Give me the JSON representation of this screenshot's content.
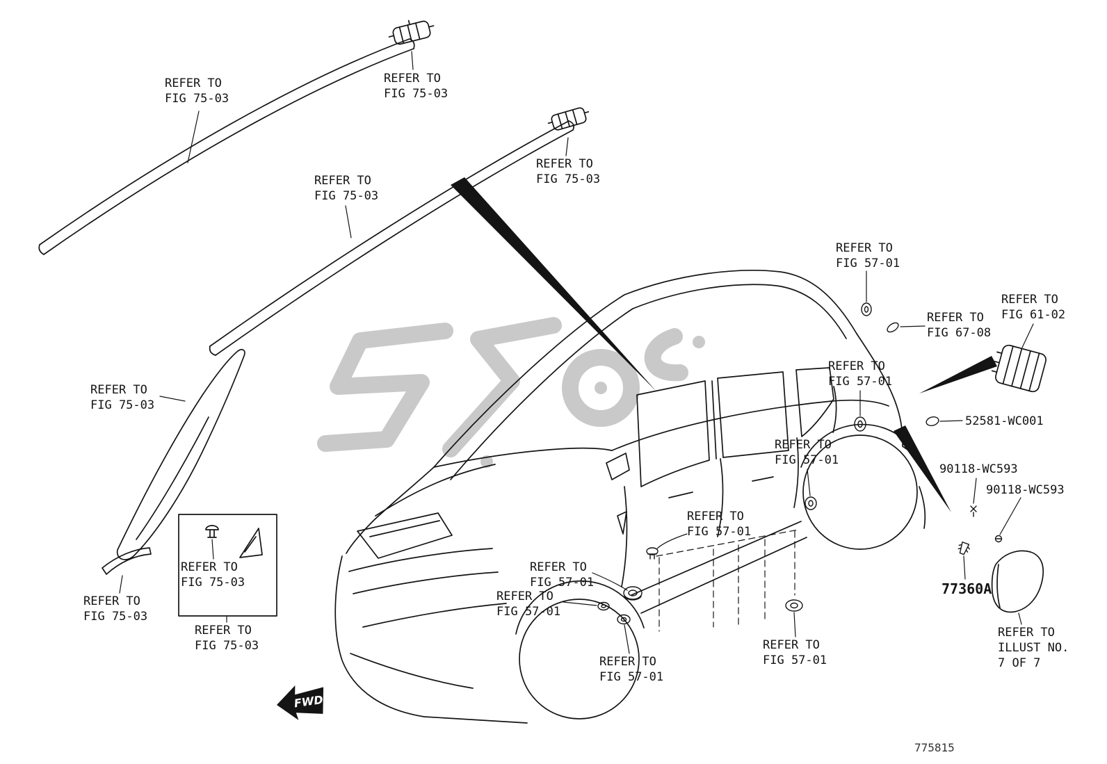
{
  "page": {
    "background": "#ffffff",
    "line_color": "#141414",
    "watermark_color": "#c9c9c9",
    "drawing_number": "775815",
    "fwd_label": "FWD"
  },
  "labels": [
    {
      "name": "refer-fig-75-03-roof-molding-front",
      "text": "REFER TO\nFIG 75-03"
    },
    {
      "name": "refer-fig-75-03-roof-clip-left",
      "text": "REFER TO\nFIG 75-03"
    },
    {
      "name": "refer-fig-75-03-roof-molding-rear",
      "text": "REFER TO\nFIG 75-03"
    },
    {
      "name": "refer-fig-75-03-roof-clip-right",
      "text": "REFER TO\nFIG 75-03"
    },
    {
      "name": "refer-fig-57-01-rear-upper",
      "text": "REFER TO\nFIG 57-01"
    },
    {
      "name": "refer-fig-67-08",
      "text": "REFER TO\nFIG 67-08"
    },
    {
      "name": "refer-fig-61-02",
      "text": "REFER TO\nFIG 61-02"
    },
    {
      "name": "refer-fig-57-01-quarter",
      "text": "REFER TO\nFIG 57-01"
    },
    {
      "name": "part-52581-wc001",
      "text": "52581-WC001"
    },
    {
      "name": "refer-fig-57-01-rear-door",
      "text": "REFER TO\nFIG 57-01"
    },
    {
      "name": "part-90118-wc593-a",
      "text": "90118-WC593"
    },
    {
      "name": "part-90118-wc593-b",
      "text": "90118-WC593"
    },
    {
      "name": "refer-fig-75-03-pillar",
      "text": "REFER TO\nFIG 75-03"
    },
    {
      "name": "refer-fig-57-01-front-door",
      "text": "REFER TO\nFIG 57-01"
    },
    {
      "name": "refer-fig-75-03-box-clip",
      "text": "REFER TO\nFIG 75-03"
    },
    {
      "name": "refer-fig-57-01-fender-a",
      "text": "REFER TO\nFIG 57-01"
    },
    {
      "name": "refer-fig-57-01-fender-b",
      "text": "REFER TO\nFIG 57-01"
    },
    {
      "name": "refer-fig-75-03-lower-strip",
      "text": "REFER TO\nFIG 75-03"
    },
    {
      "name": "refer-fig-75-03-box",
      "text": "REFER TO\nFIG 75-03"
    },
    {
      "name": "part-77360a",
      "text": "77360A"
    },
    {
      "name": "refer-fig-57-01-rocker-front",
      "text": "REFER TO\nFIG 57-01"
    },
    {
      "name": "refer-fig-57-01-rocker-rear",
      "text": "REFER TO\nFIG 57-01"
    },
    {
      "name": "refer-illust-7-of-7",
      "text": "REFER TO\nILLUST NO.\n7 OF 7"
    }
  ]
}
